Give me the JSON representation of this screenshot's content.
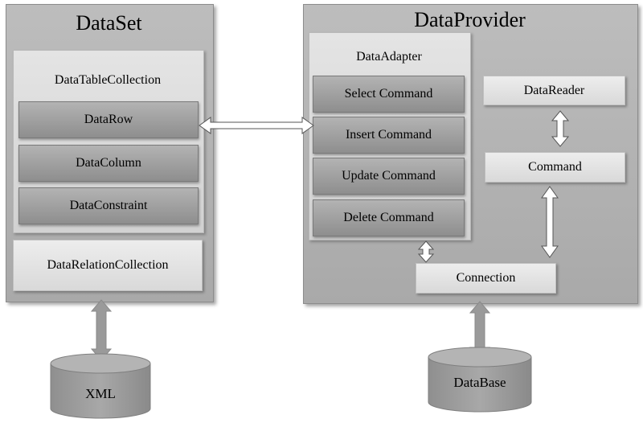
{
  "dataset": {
    "title": "DataSet",
    "table_collection": "DataTableCollection",
    "row": "DataRow",
    "column": "DataColumn",
    "constraint": "DataConstraint",
    "relation_collection": "DataRelationCollection"
  },
  "provider": {
    "title": "DataProvider",
    "adapter": "DataAdapter",
    "select": "Select Command",
    "insert": "Insert Command",
    "update": "Update Command",
    "delete": "Delete Command",
    "reader": "DataReader",
    "command": "Command",
    "connection": "Connection"
  },
  "stores": {
    "xml": "XML",
    "database": "DataBase"
  }
}
